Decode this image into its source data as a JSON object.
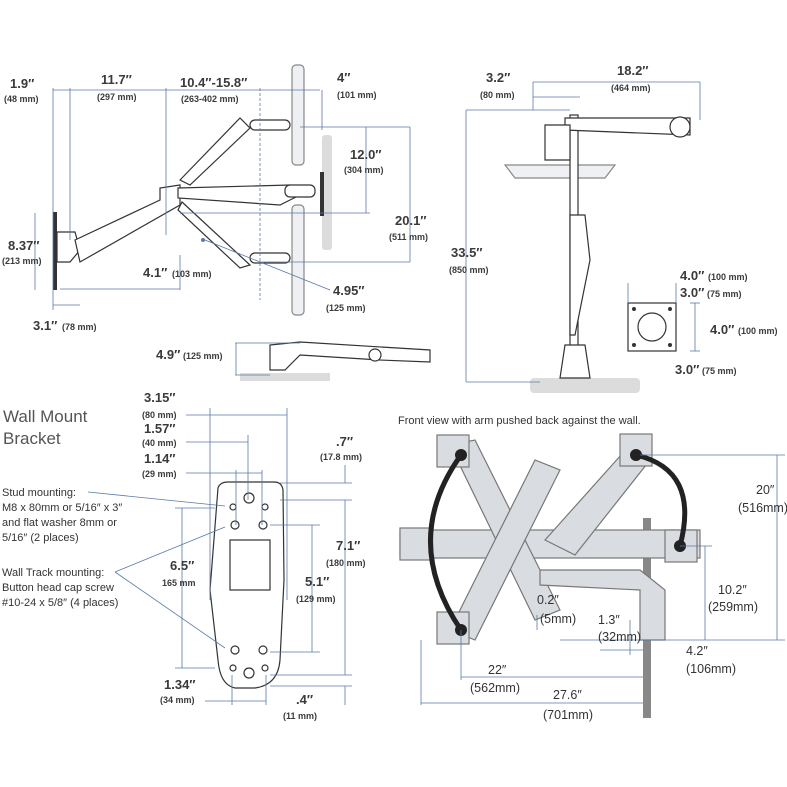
{
  "side_view": {
    "d1": {
      "in": "1.9″",
      "mm": "(48 mm)"
    },
    "d2": {
      "in": "11.7″",
      "mm": "(297 mm)"
    },
    "d3": {
      "in": "10.4″-15.8″",
      "mm": "(263-402 mm)"
    },
    "d4": {
      "in": "4″",
      "mm": "(101 mm)"
    },
    "d5": {
      "in": "12.0″",
      "mm": "(304 mm)"
    },
    "d6": {
      "in": "20.1″",
      "mm": "(511 mm)"
    },
    "d7": {
      "in": "8.37″",
      "mm": "(213 mm)"
    },
    "d8": {
      "in": "4.1″",
      "mm": "(103 mm)"
    },
    "d9": {
      "in": "4.95″",
      "mm": "(125 mm)"
    },
    "d10": {
      "in": "3.1″",
      "mm": "(78 mm)"
    },
    "d11": {
      "in": "4.9″",
      "mm": "(125 mm)"
    }
  },
  "pole_view": {
    "d1": {
      "in": "3.2″",
      "mm": "(80 mm)"
    },
    "d2": {
      "in": "18.2″",
      "mm": "(464 mm)"
    },
    "d3": {
      "in": "33.5″",
      "mm": "(850 mm)"
    },
    "vesa": [
      {
        "in": "4.0″",
        "mm": "(100 mm)"
      },
      {
        "in": "3.0″",
        "mm": "(75 mm)"
      },
      {
        "in": "4.0″",
        "mm": "(100 mm)"
      },
      {
        "in": "3.0″",
        "mm": "(75 mm)"
      }
    ]
  },
  "bracket": {
    "title_line1": "Wall Mount",
    "title_line2": "Bracket",
    "d1": {
      "in": "3.15″",
      "mm": "(80 mm)"
    },
    "d2": {
      "in": "1.57″",
      "mm": "(40 mm)"
    },
    "d3": {
      "in": "1.14″",
      "mm": "(29 mm)"
    },
    "d4": {
      "in": ".7″",
      "mm": "(17.8 mm)"
    },
    "d5": {
      "in": "6.5″",
      "mm": "165 mm"
    },
    "d6": {
      "in": "7.1″",
      "mm": "(180 mm)"
    },
    "d7": {
      "in": "5.1″",
      "mm": "(129 mm)"
    },
    "d8": {
      "in": "1.34″",
      "mm": "(34 mm)"
    },
    "d9": {
      "in": ".4″",
      "mm": "(11 mm)"
    },
    "stud_note": [
      "Stud mounting:",
      "M8 x 80mm or 5/16″ x 3″",
      "and flat washer 8mm or",
      "5/16″ (2 places)"
    ],
    "track_note": [
      "Wall Track mounting:",
      "Button head cap screw",
      "#10-24 x 5/8″ (4 places)"
    ]
  },
  "front_view": {
    "caption": "Front view with arm pushed back against the wall.",
    "d1": {
      "in": "20″",
      "mm": "(516mm)"
    },
    "d2": {
      "in": "10.2″",
      "mm": "(259mm)"
    },
    "d3": {
      "in": "0.2″",
      "mm": "(5mm)"
    },
    "d4": {
      "in": "1.3″",
      "mm": "(32mm)"
    },
    "d5": {
      "in": "4.2″",
      "mm": "(106mm)"
    },
    "d6": {
      "in": "22″",
      "mm": "(562mm)"
    },
    "d7": {
      "in": "27.6″",
      "mm": "(701mm)"
    }
  }
}
